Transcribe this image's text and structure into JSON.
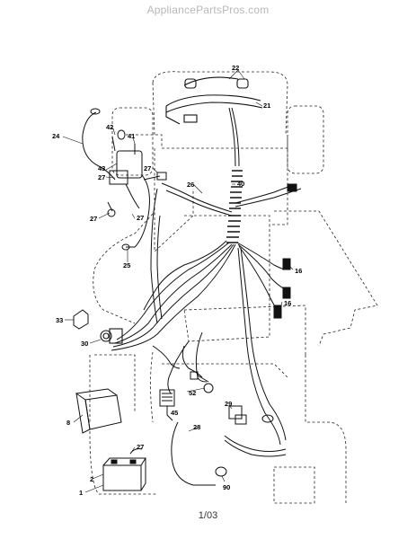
{
  "watermark": "AppliancePartsPros.com",
  "page_number": "1/03",
  "callouts": {
    "c22": "22",
    "c21": "21",
    "c24": "24",
    "c42": "42",
    "c41": "41",
    "c43": "43",
    "c27a": "27",
    "c27b": "27",
    "c27c": "27",
    "c27d": "27",
    "c26": "26",
    "c40": "40",
    "c25": "25",
    "c16a": "16",
    "c16b": "16",
    "c33": "33",
    "c30": "30",
    "c52": "52",
    "c45": "45",
    "c29": "29",
    "c8": "8",
    "c28": "28",
    "c27e": "27",
    "c2": "2",
    "c1": "1",
    "c90": "90"
  }
}
